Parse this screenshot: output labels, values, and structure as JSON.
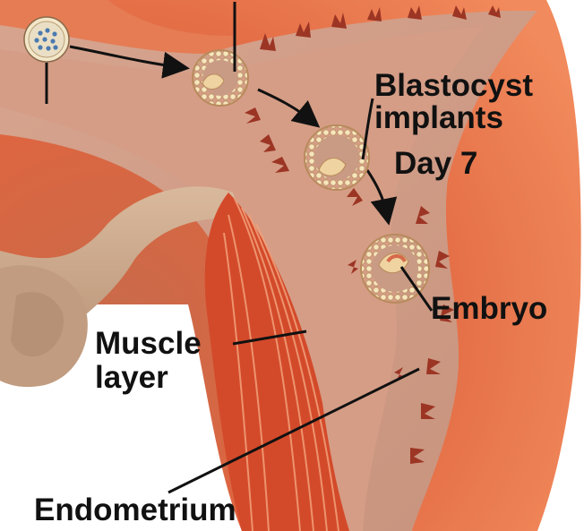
{
  "labels": {
    "blastocyst_line1": "Blastocyst",
    "blastocyst_line2": "implants",
    "day": "Day 7",
    "embryo": "Embryo",
    "muscle_line1": "Muscle",
    "muscle_line2": "layer",
    "endometrium": "Endometrium"
  },
  "colors": {
    "uterine_wall": "#e2643e",
    "uterine_wall_light": "#ee8a5e",
    "endometrium": "#c98a72",
    "lining_dark": "#9c3524",
    "muscle": "#d34a2a",
    "muscle_stripe": "#f2a07a",
    "ligament": "#c6a488",
    "embryo_shell": "#f3e1b6",
    "embryo_cell": "#efd3a0",
    "cavity": "#c99b84",
    "arrow": "#111111"
  }
}
